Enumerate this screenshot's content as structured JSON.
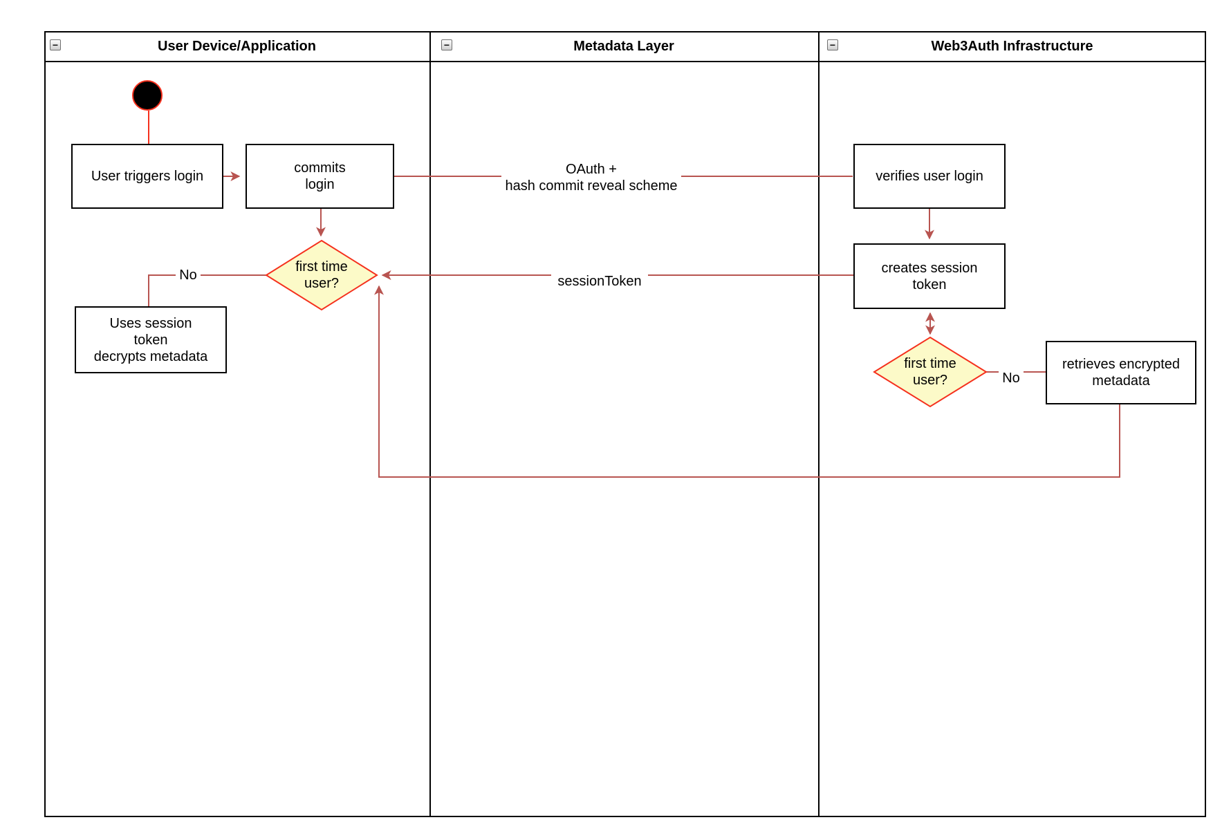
{
  "diagram": {
    "collapse_glyph": "−",
    "lanes": [
      {
        "title": "User Device/Application"
      },
      {
        "title": "Metadata Layer"
      },
      {
        "title": "Web3Auth Infrastructure"
      }
    ],
    "nodes": {
      "user_triggers_login": {
        "label": "User triggers login"
      },
      "commits_login": {
        "label": "commits\nlogin"
      },
      "first_time_user_1": {
        "label": "first time\nuser?"
      },
      "uses_session_token": {
        "label": "Uses session\ntoken\ndecrypts metadata"
      },
      "verifies_user_login": {
        "label": "verifies user login"
      },
      "creates_session_token": {
        "label": "creates session\ntoken"
      },
      "first_time_user_2": {
        "label": "first time\nuser?"
      },
      "retrieves_encrypted_metadata": {
        "label": "retrieves encrypted\nmetadata"
      }
    },
    "edge_labels": {
      "oauth": "OAuth +\nhash commit reveal scheme",
      "session_token": "sessionToken",
      "no_left": "No",
      "no_right": "No"
    },
    "colors": {
      "edge": "#B85450",
      "accent_red": "#F5301D",
      "decision_fill": "#FCFAC8",
      "node_border": "#000000",
      "node_fill": "#FFFFFF"
    }
  }
}
